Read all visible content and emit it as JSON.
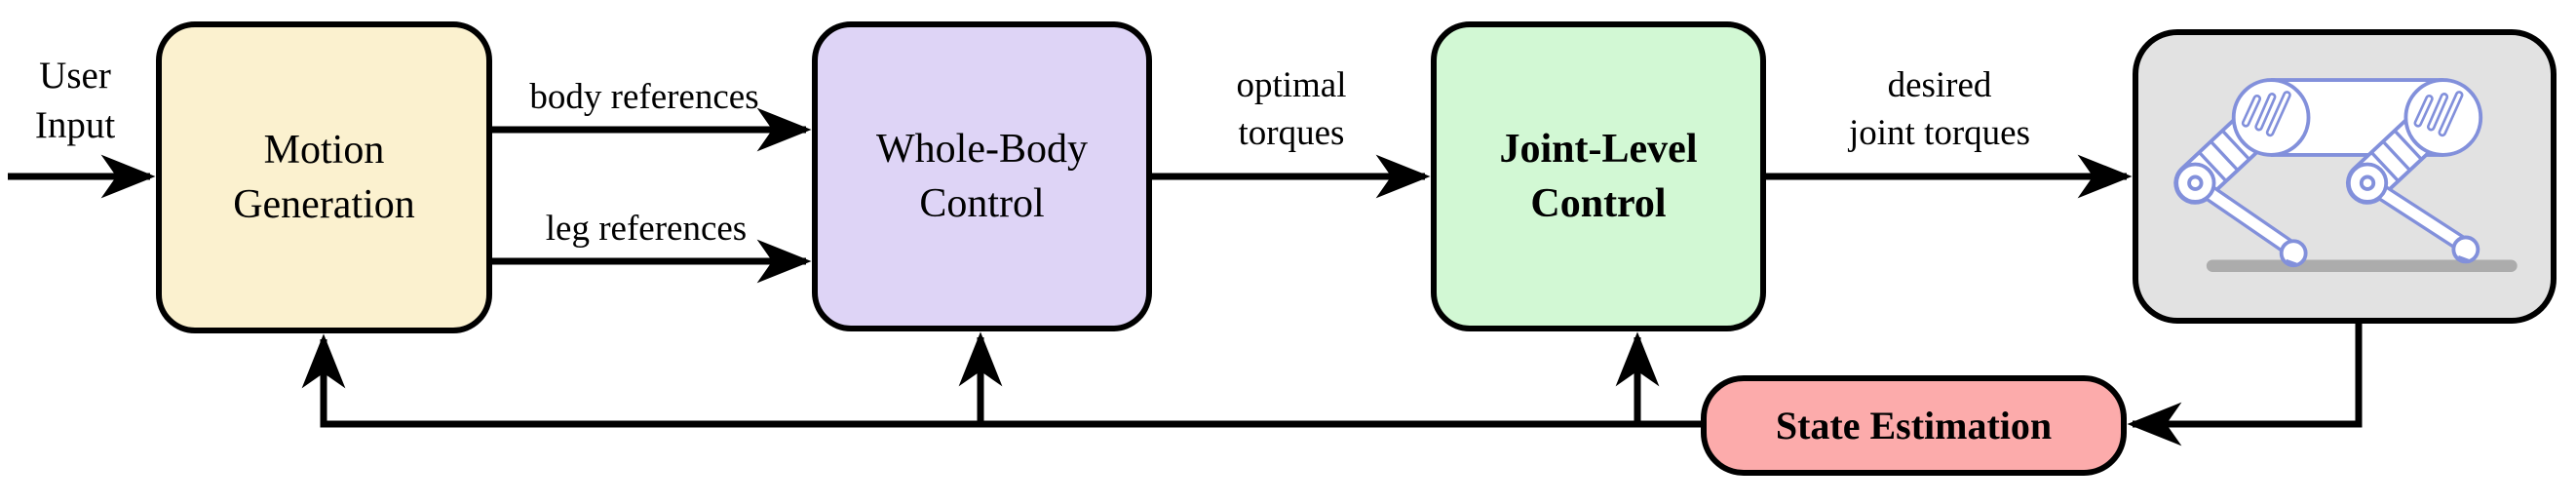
{
  "diagram": {
    "user_input": {
      "line1": "User",
      "line2": "Input"
    },
    "nodes": {
      "motion_generation": {
        "line1": "Motion",
        "line2": "Generation",
        "color": "#FBF1CF"
      },
      "whole_body_control": {
        "line1": "Whole-Body",
        "line2": "Control",
        "color": "#DED4F6"
      },
      "joint_level_control": {
        "line1": "Joint-Level",
        "line2": "Control",
        "color": "#D2F8D4"
      },
      "robot": {
        "icon": "quadruped-robot-icon",
        "color": "#E2E2E2"
      },
      "state_estimation": {
        "label": "State Estimation",
        "color": "#FCABAB"
      }
    },
    "edge_labels": {
      "body_references": "body references",
      "leg_references": "leg references",
      "optimal_torques": {
        "line1": "optimal",
        "line2": "torques"
      },
      "desired_joint_torques": {
        "line1": "desired",
        "line2": "joint torques"
      }
    },
    "colors": {
      "outline": "#000000",
      "robot_line": "#8290DB",
      "ground": "#ACACAC",
      "background": "#FFFFFF"
    }
  }
}
